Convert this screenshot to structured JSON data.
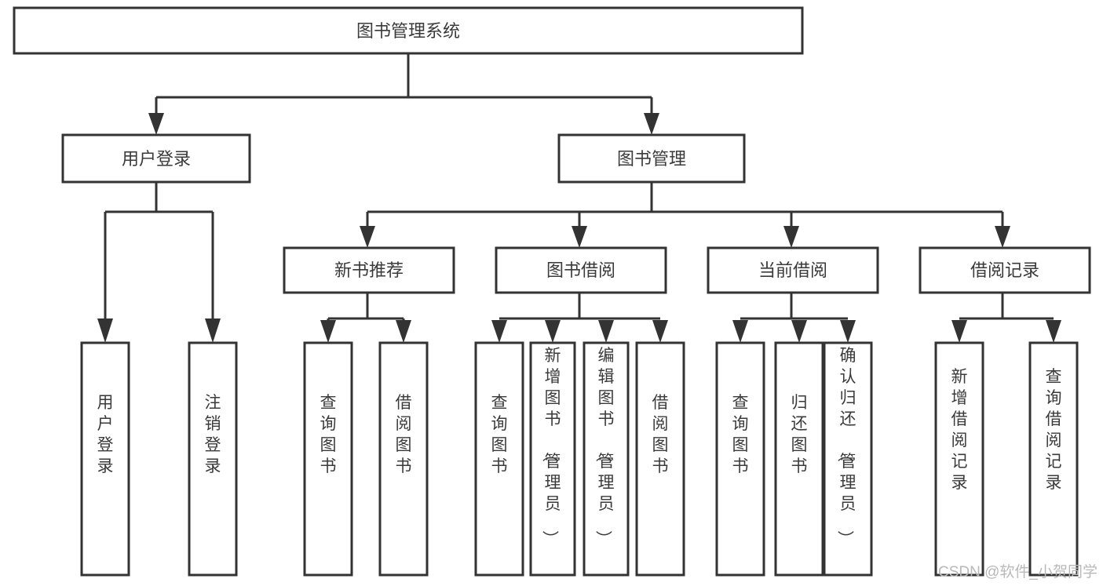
{
  "diagram": {
    "title": "图书管理系统",
    "type": "tree-hierarchy-chart",
    "root": {
      "id": "root",
      "label": "图书管理系统"
    },
    "level2": [
      {
        "id": "user-login",
        "label": "用户登录"
      },
      {
        "id": "book-manage",
        "label": "图书管理"
      }
    ],
    "level3": [
      {
        "id": "new-book-recommend",
        "label": "新书推荐",
        "parent": "book-manage"
      },
      {
        "id": "book-borrow",
        "label": "图书借阅",
        "parent": "book-manage"
      },
      {
        "id": "current-borrow",
        "label": "当前借阅",
        "parent": "book-manage"
      },
      {
        "id": "borrow-record",
        "label": "借阅记录",
        "parent": "book-manage"
      }
    ],
    "leaves": [
      {
        "id": "leaf-user-login",
        "label": "用户登录",
        "parent": "user-login"
      },
      {
        "id": "leaf-user-logout",
        "label": "注销登录",
        "parent": "user-login"
      },
      {
        "id": "leaf-query-book-1",
        "label": "查询图书",
        "parent": "new-book-recommend"
      },
      {
        "id": "leaf-borrow-book-1",
        "label": "借阅图书",
        "parent": "new-book-recommend"
      },
      {
        "id": "leaf-query-book-2",
        "label": "查询图书",
        "parent": "book-borrow"
      },
      {
        "id": "leaf-add-book",
        "label": "新增图书（管理员）",
        "parent": "book-borrow"
      },
      {
        "id": "leaf-edit-book",
        "label": "编辑图书（管理员）",
        "parent": "book-borrow"
      },
      {
        "id": "leaf-borrow-book-2",
        "label": "借阅图书",
        "parent": "book-borrow"
      },
      {
        "id": "leaf-query-book-3",
        "label": "查询图书",
        "parent": "current-borrow"
      },
      {
        "id": "leaf-return-book",
        "label": "归还图书",
        "parent": "current-borrow"
      },
      {
        "id": "leaf-confirm-return",
        "label": "确认归还（管理员）",
        "parent": "current-borrow"
      },
      {
        "id": "leaf-add-record",
        "label": "新增借阅记录",
        "parent": "borrow-record"
      },
      {
        "id": "leaf-query-record",
        "label": "查询借阅记录",
        "parent": "borrow-record"
      }
    ]
  },
  "watermark": {
    "text": "CSDN @软件_小贺同学"
  },
  "colors": {
    "stroke": "#333333",
    "box_fill": "#ffffff",
    "text": "#3a3a3a",
    "watermark": "#b9b9b9",
    "background": "#ffffff"
  }
}
